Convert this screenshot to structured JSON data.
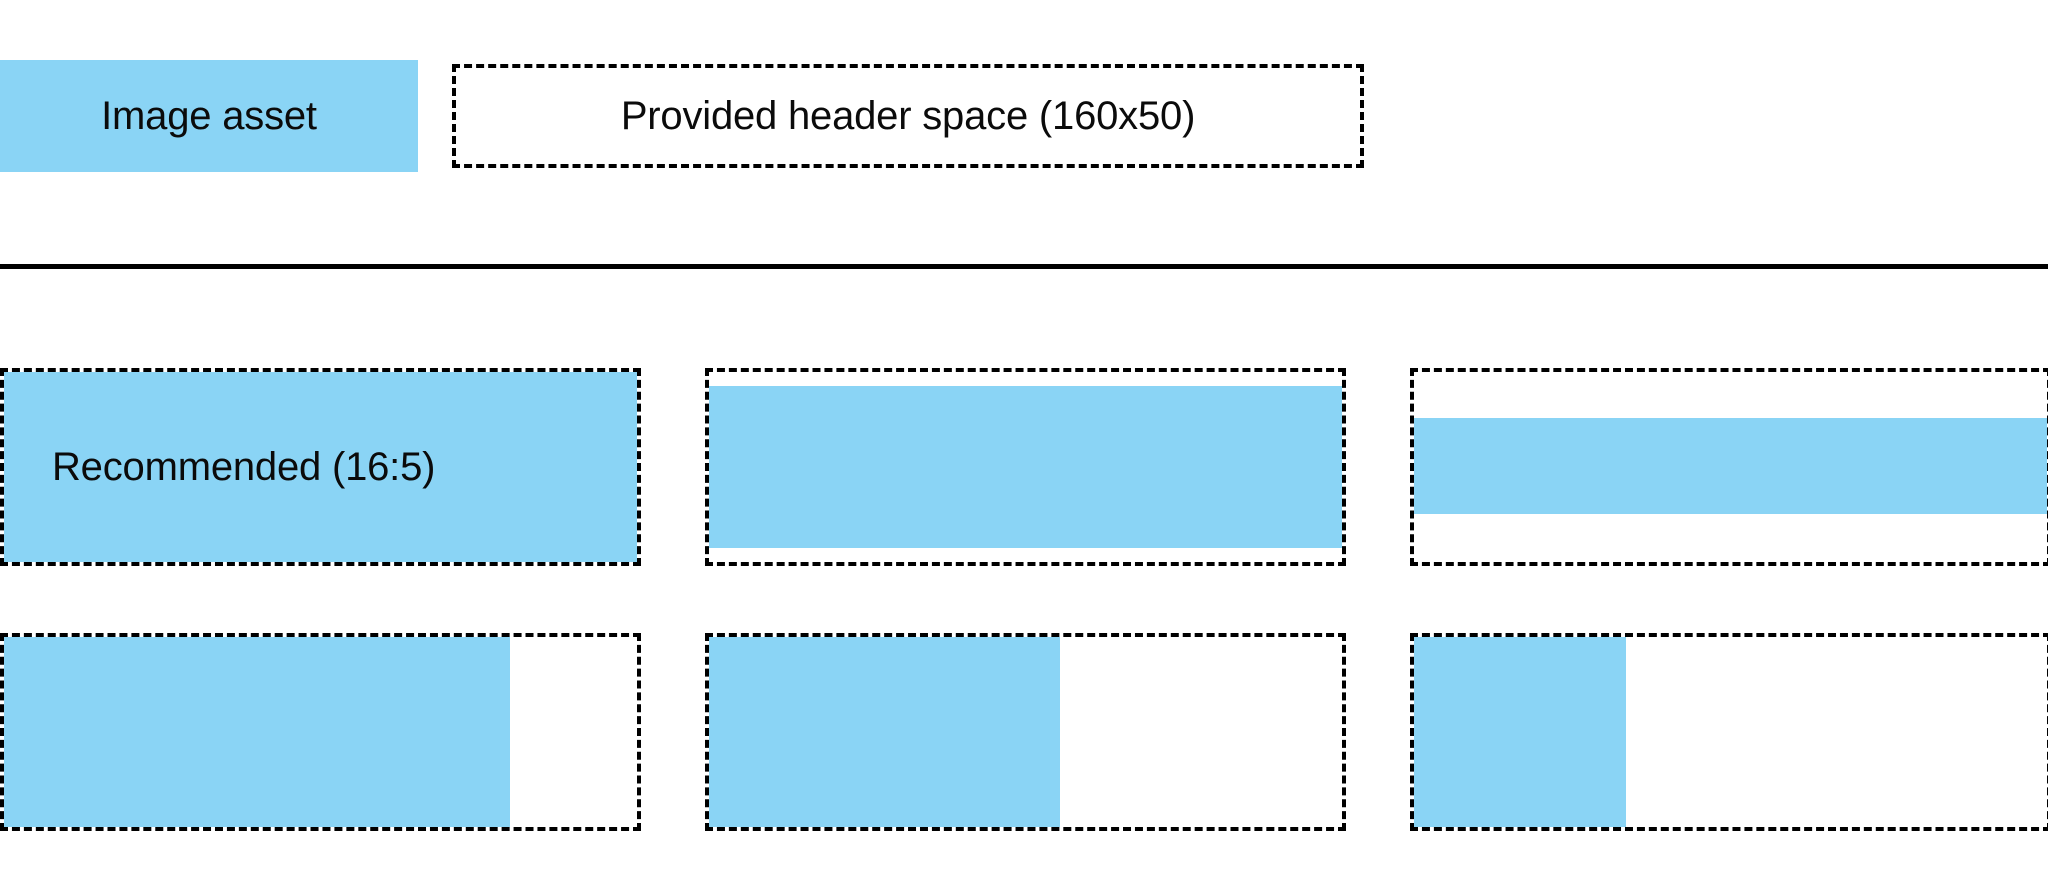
{
  "colors": {
    "accent": "#8ad4f5",
    "outline": "#000000",
    "text": "#0b0b0b",
    "background": "#ffffff"
  },
  "header": {
    "image_asset_label": "Image asset",
    "provided_space_label": "Provided header space (160x50)"
  },
  "divider": {
    "present": true
  },
  "samples": {
    "ratio_row": {
      "cells": [
        {
          "label": "Recommended (16:5)",
          "fill": "letterbox-none"
        },
        {
          "label": "",
          "fill": "letterbox-small"
        },
        {
          "label": "",
          "fill": "letterbox-large"
        }
      ]
    },
    "width_row": {
      "cells": [
        {
          "label": "",
          "fill": "pillarbox-80"
        },
        {
          "label": "",
          "fill": "pillarbox-55"
        },
        {
          "label": "",
          "fill": "pillarbox-33"
        }
      ]
    }
  }
}
